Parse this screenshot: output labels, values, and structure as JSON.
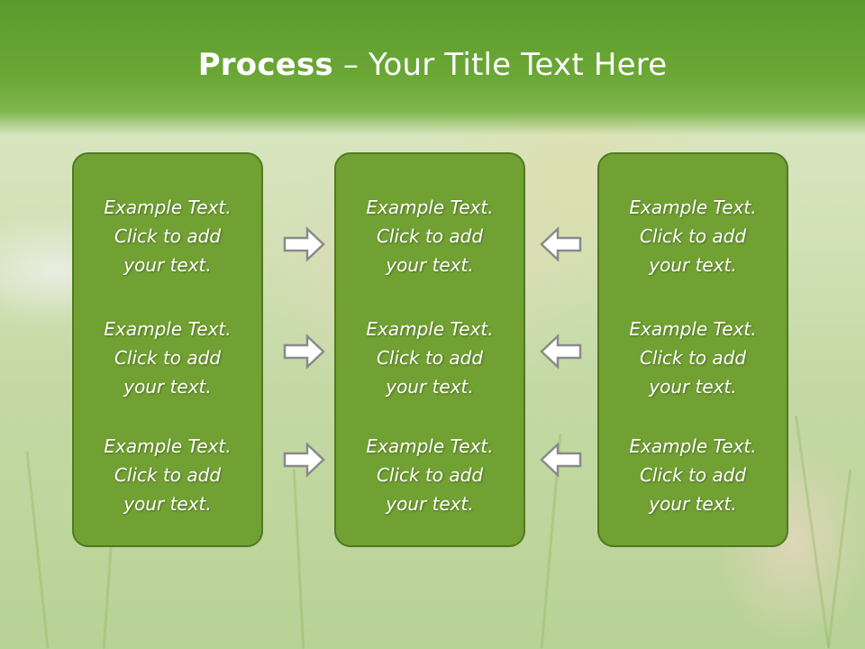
{
  "slide": {
    "title_bold": "Process",
    "title_rest": " – Your Title Text Here"
  },
  "columns": [
    {
      "items": [
        [
          "Example Text.",
          "Click  to add",
          "your text."
        ],
        [
          "Example Text.",
          "Click  to add",
          "your text."
        ],
        [
          "Example Text.",
          "Click  to add",
          "your text."
        ]
      ]
    },
    {
      "items": [
        [
          "Example Text.",
          "Click  to add",
          "your text."
        ],
        [
          "Example Text.",
          "Click  to add",
          "your text."
        ],
        [
          "Example Text.",
          "Click  to add",
          "your text."
        ]
      ]
    },
    {
      "items": [
        [
          "Example Text.",
          "Click  to add",
          "your text."
        ],
        [
          "Example Text.",
          "Click  to add",
          "your text."
        ],
        [
          "Example Text.",
          "Click  to add",
          "your text."
        ]
      ]
    }
  ],
  "arrows": {
    "left_group": "right-arrow-icon",
    "right_group": "left-arrow-icon"
  },
  "colors": {
    "title_band": "#6aa735",
    "box_fill": "#72a133",
    "box_border": "#4f7a22",
    "text": "#ffffff"
  }
}
